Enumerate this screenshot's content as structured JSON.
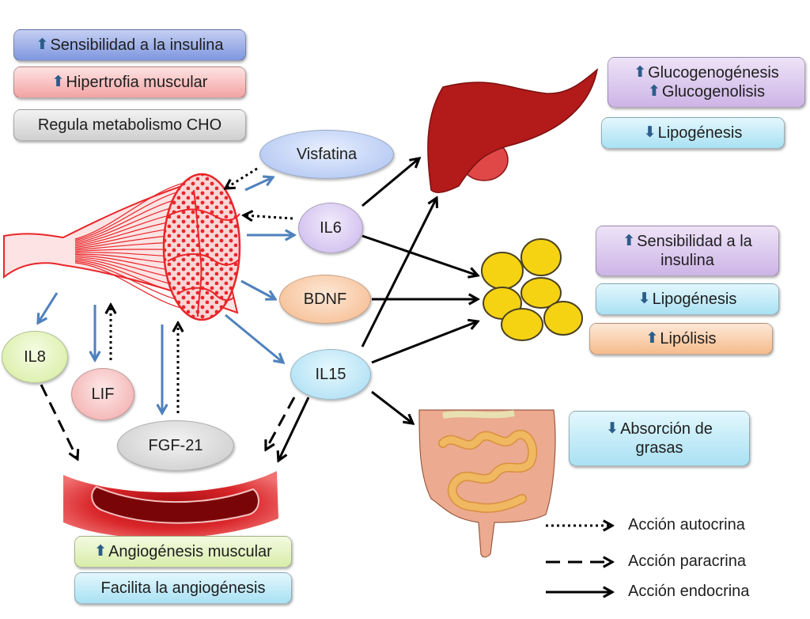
{
  "muscle_effects": [
    {
      "arrow": "up",
      "text": "Sensibilidad a la insulina"
    },
    {
      "arrow": "up",
      "text": "Hipertrofia muscular"
    },
    {
      "arrow": "",
      "text": "Regula metabolismo CHO"
    }
  ],
  "myokines": {
    "visfatina": "Visfatina",
    "il6": "IL6",
    "bdnf": "BDNF",
    "il15": "IL15",
    "il8": "IL8",
    "lif": "LIF",
    "fgf21": "FGF-21"
  },
  "liver_effects": {
    "box1": [
      {
        "arrow": "up",
        "text": "Glucogenogénesis"
      },
      {
        "arrow": "up",
        "text": "Glucogenolisis"
      }
    ],
    "box2": [
      {
        "arrow": "down",
        "text": "Lipogénesis"
      }
    ]
  },
  "adipose_effects": {
    "box1": [
      {
        "arrow": "up",
        "text": "Sensibilidad a la"
      },
      {
        "arrow": "",
        "text": "insulina"
      }
    ],
    "box2": [
      {
        "arrow": "down",
        "text": "Lipogénesis"
      }
    ],
    "box3": [
      {
        "arrow": "up",
        "text": "Lipólisis"
      }
    ]
  },
  "intestine_effects": [
    {
      "arrow": "down",
      "text": "Absorción de"
    },
    {
      "arrow": "",
      "text": "grasas"
    }
  ],
  "vessel_effects": [
    {
      "arrow": "up",
      "text": "Angiogénesis muscular"
    },
    {
      "arrow": "",
      "text": "Facilita la angiogénesis"
    }
  ],
  "arrow_glyphs": {
    "up": "⬆",
    "down": "⬇"
  },
  "legend": [
    {
      "style": "dotted",
      "label": "Acción autocrina"
    },
    {
      "style": "dashed",
      "label": "Acción paracrina"
    },
    {
      "style": "solid",
      "label": "Acción endocrina"
    }
  ],
  "colors": {
    "muscle_red": "#e8262a",
    "liver_red": "#b31a1a",
    "adipocyte_yellow": "#f5d313",
    "myokine_arrow_blue": "#4f81bd",
    "effect_arrow_black": "#000000"
  }
}
